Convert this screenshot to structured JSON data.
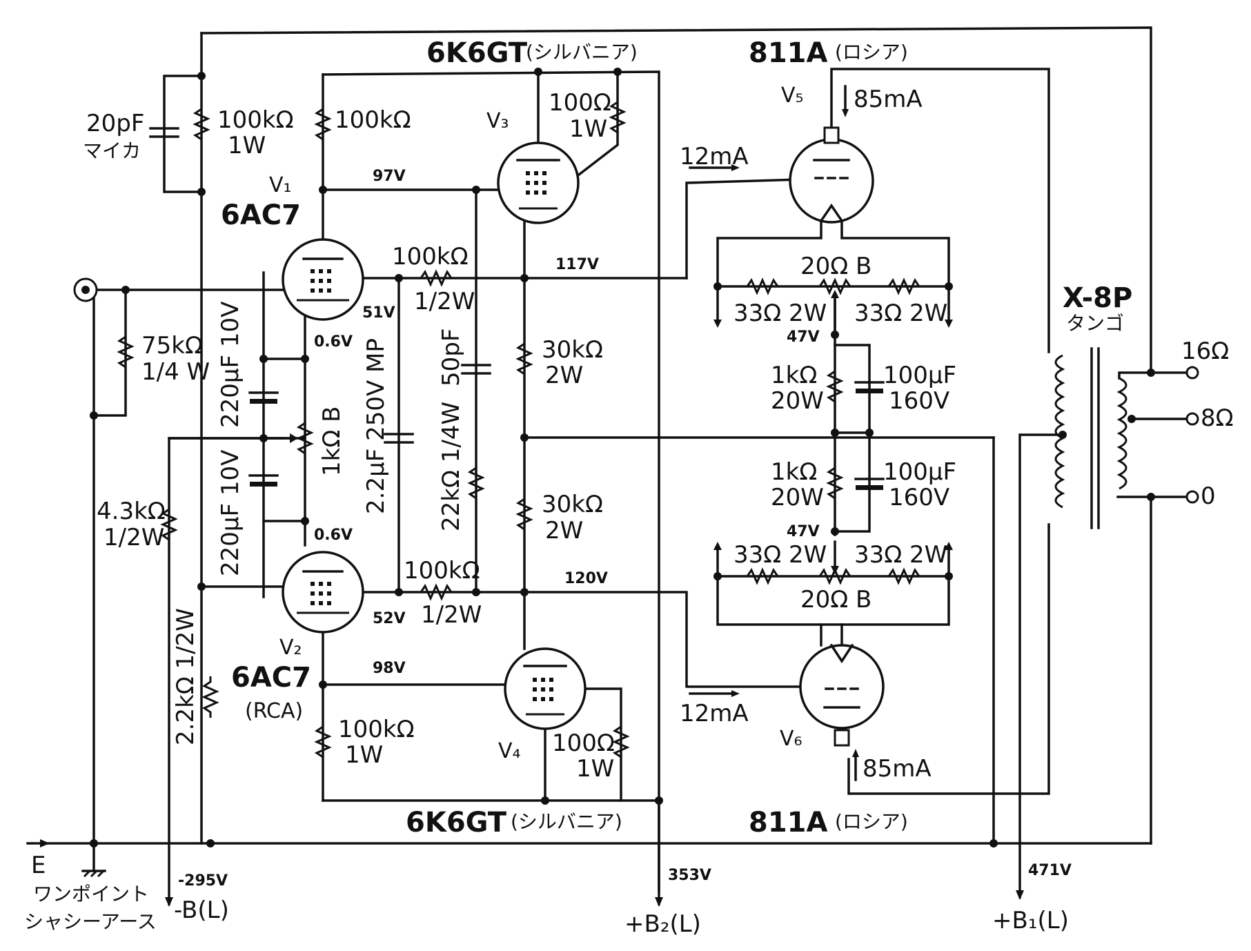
{
  "tubes": {
    "v1": {
      "ref": "V₁",
      "type": "6AC7"
    },
    "v2": {
      "ref": "V₂",
      "type": "6AC7",
      "maker": "(RCA)"
    },
    "v3": {
      "ref": "V₃"
    },
    "v4": {
      "ref": "V₄"
    },
    "v5": {
      "ref": "V₅"
    },
    "v6": {
      "ref": "V₆"
    },
    "driver_top": {
      "type": "6K6GT",
      "maker": "(シルバニア)"
    },
    "driver_bottom": {
      "type": "6K6GT",
      "maker": "(シルバニア)"
    },
    "output_top": {
      "type": "811A",
      "maker": "(ロシア)"
    },
    "output_bottom": {
      "type": "811A",
      "maker": "(ロシア)"
    }
  },
  "components": {
    "c_fb": {
      "value": "20pF",
      "note": "マイカ"
    },
    "r_fb": {
      "value": "100kΩ",
      "power": "1W"
    },
    "r_v1_plate": {
      "value": "100kΩ"
    },
    "r_v3_screen": {
      "value": "100Ω",
      "power": "1W"
    },
    "r_in": {
      "value": "75kΩ",
      "power": "1/4 W"
    },
    "c_k1": {
      "value": "220μF 10V"
    },
    "c_k2": {
      "value": "220μF 10V"
    },
    "r_bal": {
      "value": "1kΩ B"
    },
    "c_coup": {
      "value": "2.2μF 250V MP"
    },
    "r_g3": {
      "value": "100kΩ",
      "power": "1/2W"
    },
    "r_g4": {
      "value": "100kΩ",
      "power": "1/2W"
    },
    "c_50p": {
      "value": "50pF"
    },
    "r_22k": {
      "value": "22kΩ 1/4W"
    },
    "r_30k_top": {
      "value": "30kΩ",
      "power": "2W"
    },
    "r_30k_bot": {
      "value": "30kΩ",
      "power": "2W"
    },
    "r_43k": {
      "value": "4.3kΩ",
      "power": "1/2W"
    },
    "r_22k_bias": {
      "value": "2.2kΩ 1/2W"
    },
    "r_v2_plate": {
      "value": "100kΩ",
      "power": "1W"
    },
    "r_v4_screen": {
      "value": "100Ω",
      "power": "1W"
    },
    "pot_top": {
      "value": "20Ω B"
    },
    "pot_bot": {
      "value": "20Ω B"
    },
    "r33_tl": {
      "value": "33Ω 2W"
    },
    "r33_tr": {
      "value": "33Ω 2W"
    },
    "r33_bl": {
      "value": "33Ω 2W"
    },
    "r33_br": {
      "value": "33Ω 2W"
    },
    "r_1k_top": {
      "value": "1kΩ",
      "power": "20W"
    },
    "r_1k_bot": {
      "value": "1kΩ",
      "power": "20W"
    },
    "c_100u_top": {
      "value": "100μF",
      "voltage": "160V"
    },
    "c_100u_bot": {
      "value": "100μF",
      "voltage": "160V"
    },
    "transformer": {
      "model": "X-8P",
      "maker": "タンゴ"
    }
  },
  "voltages": {
    "v1_plate": "97V",
    "v3_grid": "117V",
    "v1_k": "51V",
    "v1_sk": "0.6V",
    "v2_sk": "0.6V",
    "v2_k": "52V",
    "v4_grid": "120V",
    "v2_plate": "98V",
    "bias_top": "47V",
    "bias_bot": "47V",
    "neg": "-295V",
    "b2": "353V",
    "b1": "471V"
  },
  "currents": {
    "i_grid_top": "12mA",
    "i_grid_bot": "12mA",
    "i_plate_top": "85mA",
    "i_plate_bot": "85mA"
  },
  "terminals": {
    "out_16": "16Ω",
    "out_8": "8Ω",
    "out_0": "0",
    "earth": "E",
    "earth_note_1": "ワンポイント",
    "earth_note_2": "シャシーアース",
    "neg_rail": "-B(L)",
    "b2_rail": "+B₂(L)",
    "b1_rail": "+B₁(L)"
  }
}
